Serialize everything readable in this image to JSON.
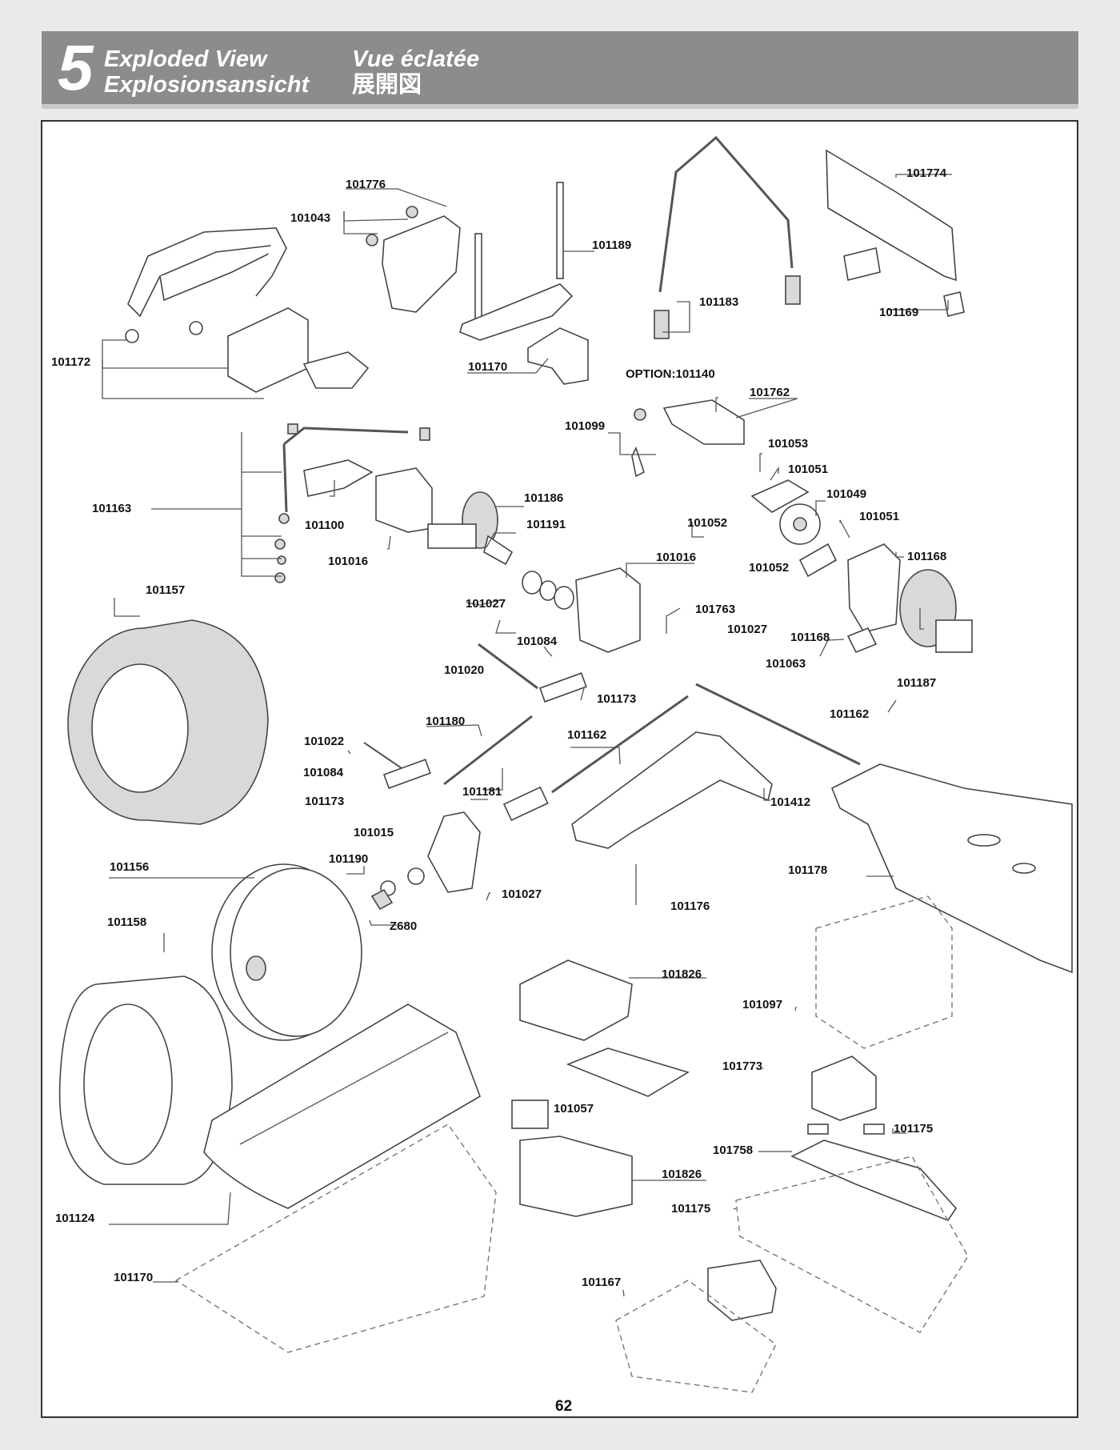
{
  "header": {
    "section_number": "5",
    "title_en": "Exploded View",
    "title_de": "Explosionsansicht",
    "title_fr": "Vue éclatée",
    "title_jp": "展開図"
  },
  "parts": [
    "101776",
    "101043",
    "101189",
    "101774",
    "101172",
    "101183",
    "101169",
    "101170",
    "OPTION:101140",
    "101762",
    "101099",
    "101053",
    "101051",
    "101049",
    "101163",
    "101186",
    "101052",
    "101100",
    "101191",
    "101051",
    "101016",
    "101168",
    "101157",
    "101016",
    "101052",
    "101027",
    "101763",
    "101027",
    "101084",
    "101168",
    "101020",
    "101063",
    "101187",
    "101173",
    "101180",
    "101162",
    "101022",
    "101162",
    "101084",
    "101412",
    "101181",
    "101173",
    "101015",
    "101178",
    "101190",
    "101027",
    "101156",
    "101176",
    "Z680",
    "101158",
    "101826",
    "101097",
    "101773",
    "101057",
    "101175",
    "101758",
    "101826",
    "101124",
    "101175",
    "101170",
    "101167"
  ],
  "page_number": "62"
}
